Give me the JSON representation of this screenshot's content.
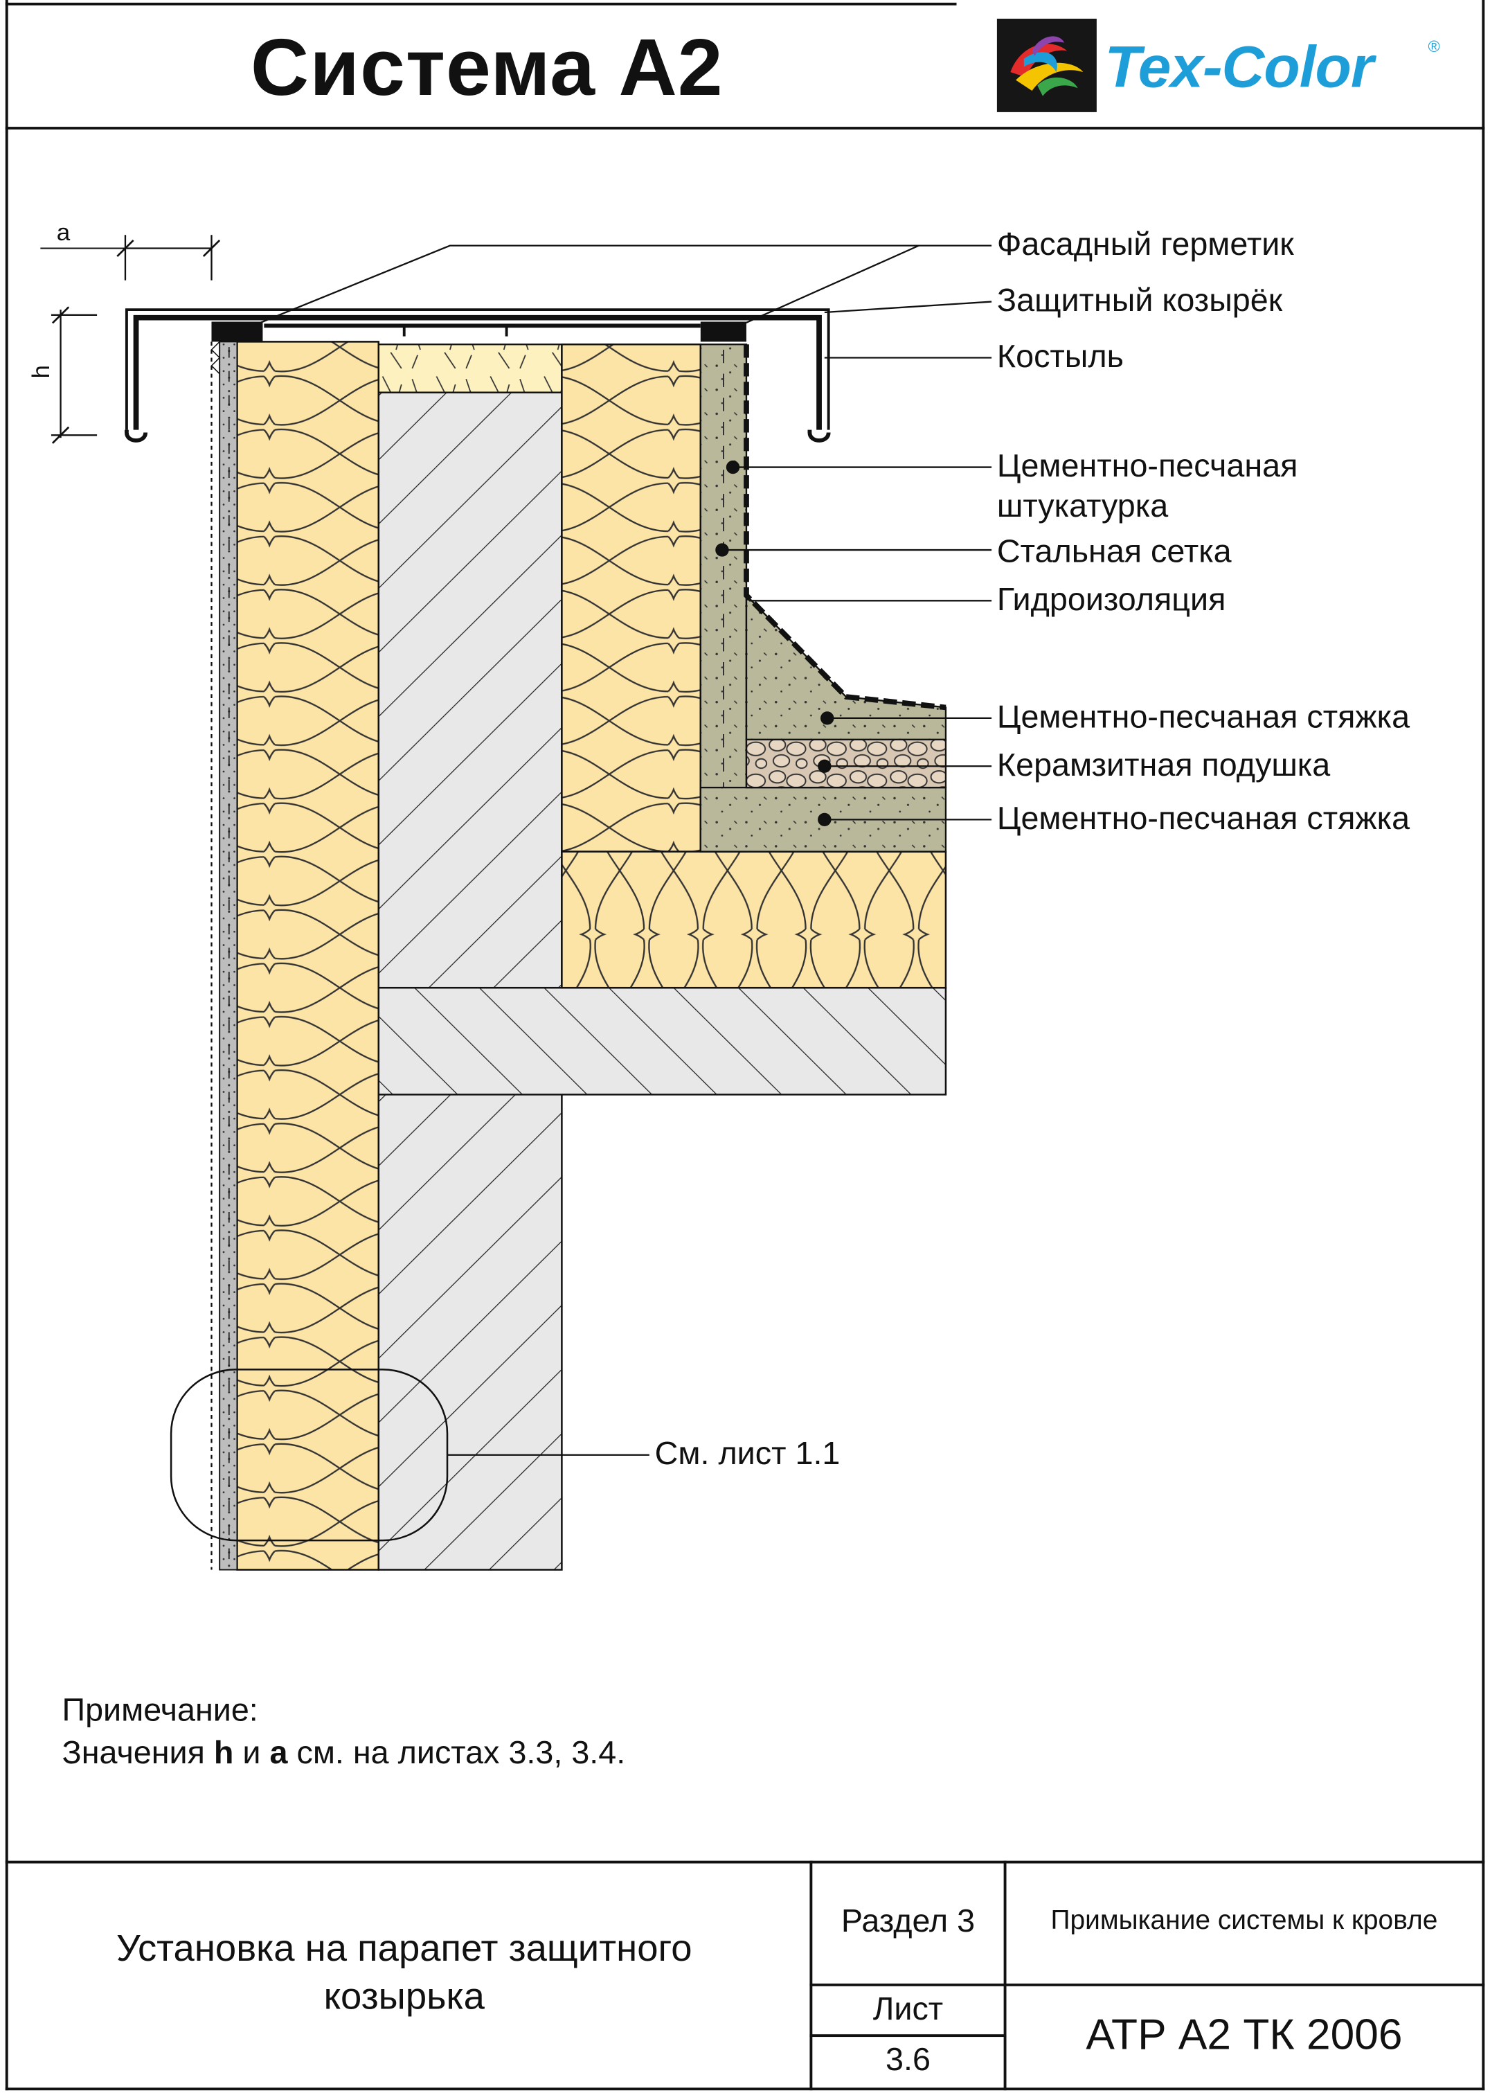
{
  "header": {
    "sheet_title": "Система А2",
    "brand_name": "Tex-Color",
    "brand_registered": "®",
    "brand_color": "#1e9ed8"
  },
  "drawing": {
    "dim_a": "a",
    "dim_h": "h",
    "labels": [
      {
        "text": "Фасадный герметик"
      },
      {
        "text": "Защитный козырёк"
      },
      {
        "text": "Костыль"
      },
      {
        "text": "Цементно-песчаная"
      },
      {
        "text": "штукатурка"
      },
      {
        "text": "Стальная сетка"
      },
      {
        "text": "Гидроизоляция"
      },
      {
        "text": "Цементно-песчаная стяжка"
      },
      {
        "text": "Керамзитная подушка"
      },
      {
        "text": "Цементно-песчаная стяжка"
      },
      {
        "text": "См. лист 1.1"
      }
    ],
    "colors": {
      "insulation": "#fce3a6",
      "concrete": "#e8e8e8",
      "screed": "#b9b89a",
      "clay_pebbles": "#d8c7b3",
      "plaster": "#bdbdbd"
    }
  },
  "note": {
    "heading": "Примечание:",
    "text_prefix": "Значения ",
    "bold_h": "h",
    "text_mid": " и ",
    "bold_a": "a",
    "text_suffix": " см. на листах 3.3, 3.4."
  },
  "title_block": {
    "main_title": "Установка на парапет защитного козырька",
    "section_label": "Раздел 3",
    "section_title": "Примыкание системы к кровле",
    "sheet_label": "Лист",
    "sheet_number": "3.6",
    "document_code": "АТР А2 ТК 2006"
  }
}
